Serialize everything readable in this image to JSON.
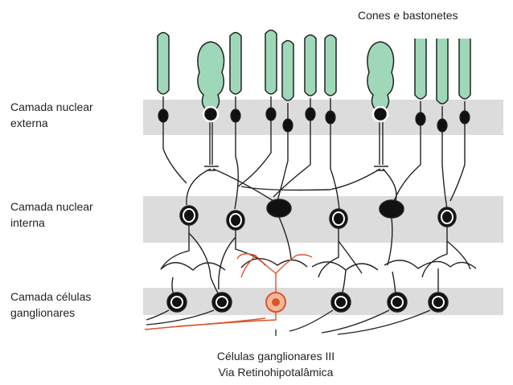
{
  "labels": {
    "photoreceptors": "Cones e bastonetes",
    "outer_nuclear_line1": "Camada nuclear",
    "outer_nuclear_line2": "externa",
    "inner_nuclear_line1": "Camada nuclear",
    "inner_nuclear_line2": "interna",
    "ganglion_line1": "Camada células",
    "ganglion_line2": "ganglionares",
    "caption_line1": "Células ganglionares III",
    "caption_line2": "Via Retinohipotalâmica"
  },
  "colors": {
    "band": "#dcdcdc",
    "photoreceptor_fill": "#9fd8b8",
    "nucleus": "#111111",
    "highlight_cell": "#d9542b"
  }
}
